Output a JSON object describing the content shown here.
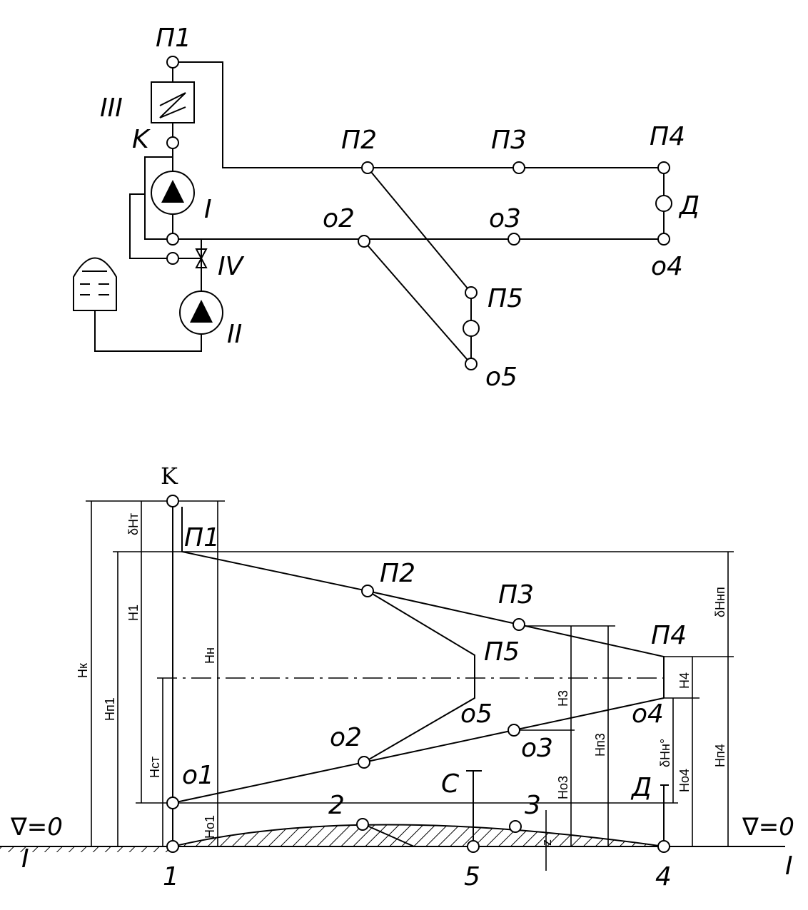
{
  "scheme": {
    "nodes": {
      "P1": "П1",
      "K": "K",
      "III": "III",
      "I": "I",
      "II": "II",
      "IV": "IV",
      "P2": "П2",
      "P3": "П3",
      "P4": "П4",
      "D": "Д",
      "o2": "о2",
      "o3": "о3",
      "o4": "о4",
      "P5": "П5",
      "o5": "о5"
    }
  },
  "profile": {
    "nodes": {
      "K": "K",
      "P1": "П1",
      "P2": "П2",
      "P3": "П3",
      "P4": "П4",
      "P5": "П5",
      "o1": "о1",
      "o2": "о2",
      "o3": "о3",
      "o4": "о4",
      "o5": "о5",
      "C": "С",
      "D": "Д",
      "n2": "2",
      "n3": "3"
    },
    "ground": {
      "left_level": "∇=0",
      "right_level": "∇=0",
      "section_left": "I",
      "section_right": "I"
    },
    "axis_points": {
      "p1": "1",
      "p5": "5",
      "p4": "4"
    },
    "dims": {
      "Hk": "Нк",
      "Hp1": "Нп1",
      "H1": "Н1",
      "Hn": "Нн",
      "dHt": "δНт",
      "Hst": "Нст",
      "Ho1": "Но1",
      "Ho3": "Но3",
      "H3": "Н3",
      "Hp3": "Нп3",
      "Ho4": "Но4",
      "dHn_o": "δНн°",
      "H4": "Н4",
      "Hp4": "Нп4",
      "dHn_p": "δНнп",
      "z": "z"
    }
  }
}
